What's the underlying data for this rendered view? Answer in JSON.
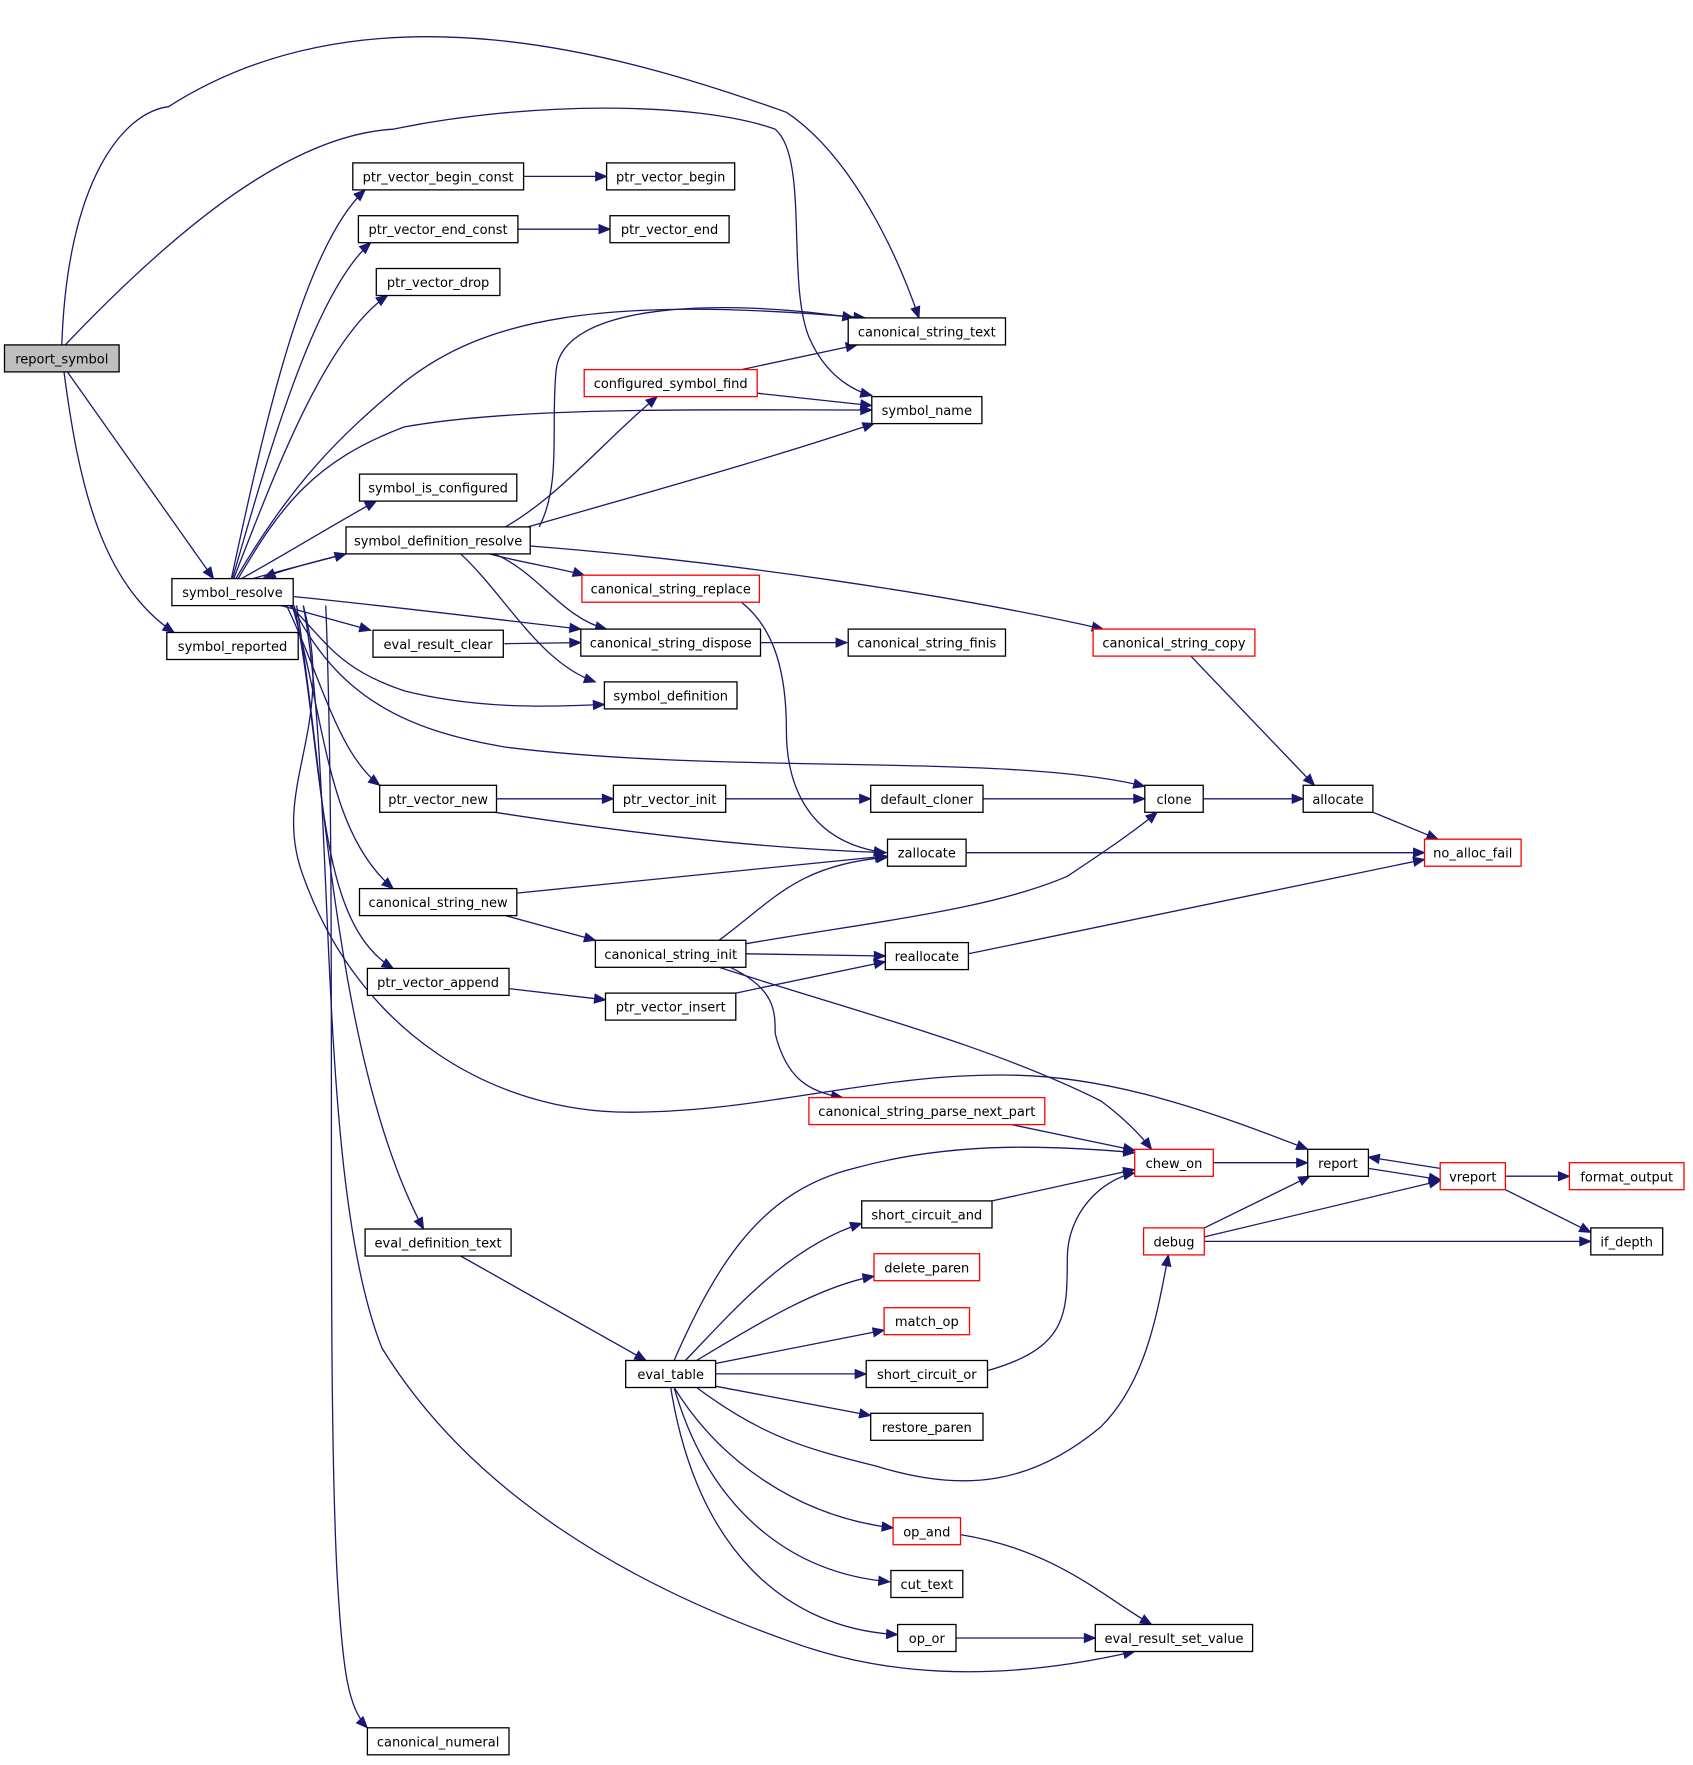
{
  "nodes": [
    {
      "id": "report_symbol",
      "label": "report_symbol",
      "root": true
    },
    {
      "id": "symbol_resolve",
      "label": "symbol_resolve"
    },
    {
      "id": "symbol_reported",
      "label": "symbol_reported"
    },
    {
      "id": "ptr_vector_begin_const",
      "label": "ptr_vector_begin_const"
    },
    {
      "id": "ptr_vector_begin",
      "label": "ptr_vector_begin"
    },
    {
      "id": "ptr_vector_end_const",
      "label": "ptr_vector_end_const"
    },
    {
      "id": "ptr_vector_end",
      "label": "ptr_vector_end"
    },
    {
      "id": "ptr_vector_drop",
      "label": "ptr_vector_drop"
    },
    {
      "id": "canonical_string_text",
      "label": "canonical_string_text"
    },
    {
      "id": "configured_symbol_find",
      "label": "configured_symbol_find",
      "truncated": true
    },
    {
      "id": "symbol_name",
      "label": "symbol_name"
    },
    {
      "id": "symbol_is_configured",
      "label": "symbol_is_configured"
    },
    {
      "id": "symbol_definition_resolve",
      "label": "symbol_definition_resolve"
    },
    {
      "id": "canonical_string_replace",
      "label": "canonical_string_replace",
      "truncated": true
    },
    {
      "id": "canonical_string_copy",
      "label": "canonical_string_copy",
      "truncated": true
    },
    {
      "id": "eval_result_clear",
      "label": "eval_result_clear"
    },
    {
      "id": "canonical_string_dispose",
      "label": "canonical_string_dispose"
    },
    {
      "id": "canonical_string_finis",
      "label": "canonical_string_finis"
    },
    {
      "id": "symbol_definition",
      "label": "symbol_definition"
    },
    {
      "id": "ptr_vector_new",
      "label": "ptr_vector_new"
    },
    {
      "id": "ptr_vector_init",
      "label": "ptr_vector_init"
    },
    {
      "id": "default_cloner",
      "label": "default_cloner"
    },
    {
      "id": "clone",
      "label": "clone"
    },
    {
      "id": "allocate",
      "label": "allocate"
    },
    {
      "id": "zallocate",
      "label": "zallocate"
    },
    {
      "id": "no_alloc_fail",
      "label": "no_alloc_fail",
      "truncated": true
    },
    {
      "id": "canonical_string_new",
      "label": "canonical_string_new"
    },
    {
      "id": "canonical_string_init",
      "label": "canonical_string_init"
    },
    {
      "id": "reallocate",
      "label": "reallocate"
    },
    {
      "id": "ptr_vector_append",
      "label": "ptr_vector_append"
    },
    {
      "id": "ptr_vector_insert",
      "label": "ptr_vector_insert"
    },
    {
      "id": "canonical_string_parse_next_part",
      "label": "canonical_string_parse_next_part",
      "truncated": true
    },
    {
      "id": "chew_on",
      "label": "chew_on",
      "truncated": true
    },
    {
      "id": "report",
      "label": "report"
    },
    {
      "id": "vreport",
      "label": "vreport",
      "truncated": true
    },
    {
      "id": "format_output",
      "label": "format_output",
      "truncated": true
    },
    {
      "id": "short_circuit_and",
      "label": "short_circuit_and"
    },
    {
      "id": "debug",
      "label": "debug",
      "truncated": true
    },
    {
      "id": "if_depth",
      "label": "if_depth"
    },
    {
      "id": "eval_definition_text",
      "label": "eval_definition_text"
    },
    {
      "id": "delete_paren",
      "label": "delete_paren",
      "truncated": true
    },
    {
      "id": "match_op",
      "label": "match_op",
      "truncated": true
    },
    {
      "id": "eval_table",
      "label": "eval_table"
    },
    {
      "id": "short_circuit_or",
      "label": "short_circuit_or"
    },
    {
      "id": "restore_paren",
      "label": "restore_paren"
    },
    {
      "id": "op_and",
      "label": "op_and",
      "truncated": true
    },
    {
      "id": "cut_text",
      "label": "cut_text"
    },
    {
      "id": "op_or",
      "label": "op_or"
    },
    {
      "id": "eval_result_set_value",
      "label": "eval_result_set_value"
    },
    {
      "id": "canonical_numeral",
      "label": "canonical_numeral"
    }
  ],
  "edges": [
    [
      "report_symbol",
      "canonical_string_text"
    ],
    [
      "report_symbol",
      "symbol_name"
    ],
    [
      "report_symbol",
      "symbol_resolve"
    ],
    [
      "report_symbol",
      "symbol_reported"
    ],
    [
      "symbol_resolve",
      "ptr_vector_begin_const"
    ],
    [
      "symbol_resolve",
      "ptr_vector_end_const"
    ],
    [
      "symbol_resolve",
      "ptr_vector_drop"
    ],
    [
      "symbol_resolve",
      "canonical_string_text"
    ],
    [
      "symbol_resolve",
      "symbol_name"
    ],
    [
      "symbol_resolve",
      "symbol_is_configured"
    ],
    [
      "symbol_resolve",
      "symbol_definition_resolve"
    ],
    [
      "symbol_resolve",
      "eval_result_clear"
    ],
    [
      "symbol_resolve",
      "canonical_string_dispose"
    ],
    [
      "symbol_resolve",
      "symbol_definition"
    ],
    [
      "symbol_resolve",
      "clone"
    ],
    [
      "symbol_resolve",
      "ptr_vector_new"
    ],
    [
      "symbol_resolve",
      "canonical_string_new"
    ],
    [
      "symbol_resolve",
      "ptr_vector_append"
    ],
    [
      "symbol_resolve",
      "report"
    ],
    [
      "symbol_resolve",
      "eval_definition_text"
    ],
    [
      "symbol_resolve",
      "eval_result_set_value"
    ],
    [
      "symbol_resolve",
      "canonical_numeral"
    ],
    [
      "ptr_vector_begin_const",
      "ptr_vector_begin"
    ],
    [
      "ptr_vector_end_const",
      "ptr_vector_end"
    ],
    [
      "configured_symbol_find",
      "canonical_string_text"
    ],
    [
      "configured_symbol_find",
      "symbol_name"
    ],
    [
      "symbol_definition_resolve",
      "symbol_resolve"
    ],
    [
      "symbol_definition_resolve",
      "canonical_string_text"
    ],
    [
      "symbol_definition_resolve",
      "configured_symbol_find"
    ],
    [
      "symbol_definition_resolve",
      "symbol_name"
    ],
    [
      "symbol_definition_resolve",
      "canonical_string_replace"
    ],
    [
      "symbol_definition_resolve",
      "canonical_string_copy"
    ],
    [
      "symbol_definition_resolve",
      "canonical_string_dispose"
    ],
    [
      "symbol_definition_resolve",
      "symbol_definition"
    ],
    [
      "canonical_string_replace",
      "zallocate"
    ],
    [
      "canonical_string_copy",
      "allocate"
    ],
    [
      "eval_result_clear",
      "canonical_string_dispose"
    ],
    [
      "canonical_string_dispose",
      "canonical_string_finis"
    ],
    [
      "ptr_vector_new",
      "ptr_vector_init"
    ],
    [
      "ptr_vector_new",
      "zallocate"
    ],
    [
      "ptr_vector_init",
      "default_cloner"
    ],
    [
      "default_cloner",
      "clone"
    ],
    [
      "clone",
      "allocate"
    ],
    [
      "allocate",
      "no_alloc_fail"
    ],
    [
      "zallocate",
      "no_alloc_fail"
    ],
    [
      "canonical_string_new",
      "zallocate"
    ],
    [
      "canonical_string_new",
      "canonical_string_init"
    ],
    [
      "canonical_string_init",
      "zallocate"
    ],
    [
      "canonical_string_init",
      "clone"
    ],
    [
      "canonical_string_init",
      "reallocate"
    ],
    [
      "canonical_string_init",
      "canonical_string_parse_next_part"
    ],
    [
      "canonical_string_init",
      "chew_on"
    ],
    [
      "reallocate",
      "no_alloc_fail"
    ],
    [
      "ptr_vector_append",
      "ptr_vector_insert"
    ],
    [
      "ptr_vector_insert",
      "reallocate"
    ],
    [
      "canonical_string_parse_next_part",
      "chew_on"
    ],
    [
      "chew_on",
      "report"
    ],
    [
      "report",
      "vreport"
    ],
    [
      "vreport",
      "report"
    ],
    [
      "vreport",
      "format_output"
    ],
    [
      "vreport",
      "if_depth"
    ],
    [
      "short_circuit_and",
      "chew_on"
    ],
    [
      "debug",
      "report"
    ],
    [
      "debug",
      "vreport"
    ],
    [
      "debug",
      "if_depth"
    ],
    [
      "eval_definition_text",
      "eval_table"
    ],
    [
      "eval_table",
      "chew_on"
    ],
    [
      "eval_table",
      "short_circuit_and"
    ],
    [
      "eval_table",
      "delete_paren"
    ],
    [
      "eval_table",
      "match_op"
    ],
    [
      "eval_table",
      "short_circuit_or"
    ],
    [
      "eval_table",
      "restore_paren"
    ],
    [
      "eval_table",
      "debug"
    ],
    [
      "eval_table",
      "op_and"
    ],
    [
      "eval_table",
      "cut_text"
    ],
    [
      "eval_table",
      "op_or"
    ],
    [
      "short_circuit_or",
      "chew_on"
    ],
    [
      "op_and",
      "eval_result_set_value"
    ],
    [
      "op_or",
      "eval_result_set_value"
    ]
  ]
}
